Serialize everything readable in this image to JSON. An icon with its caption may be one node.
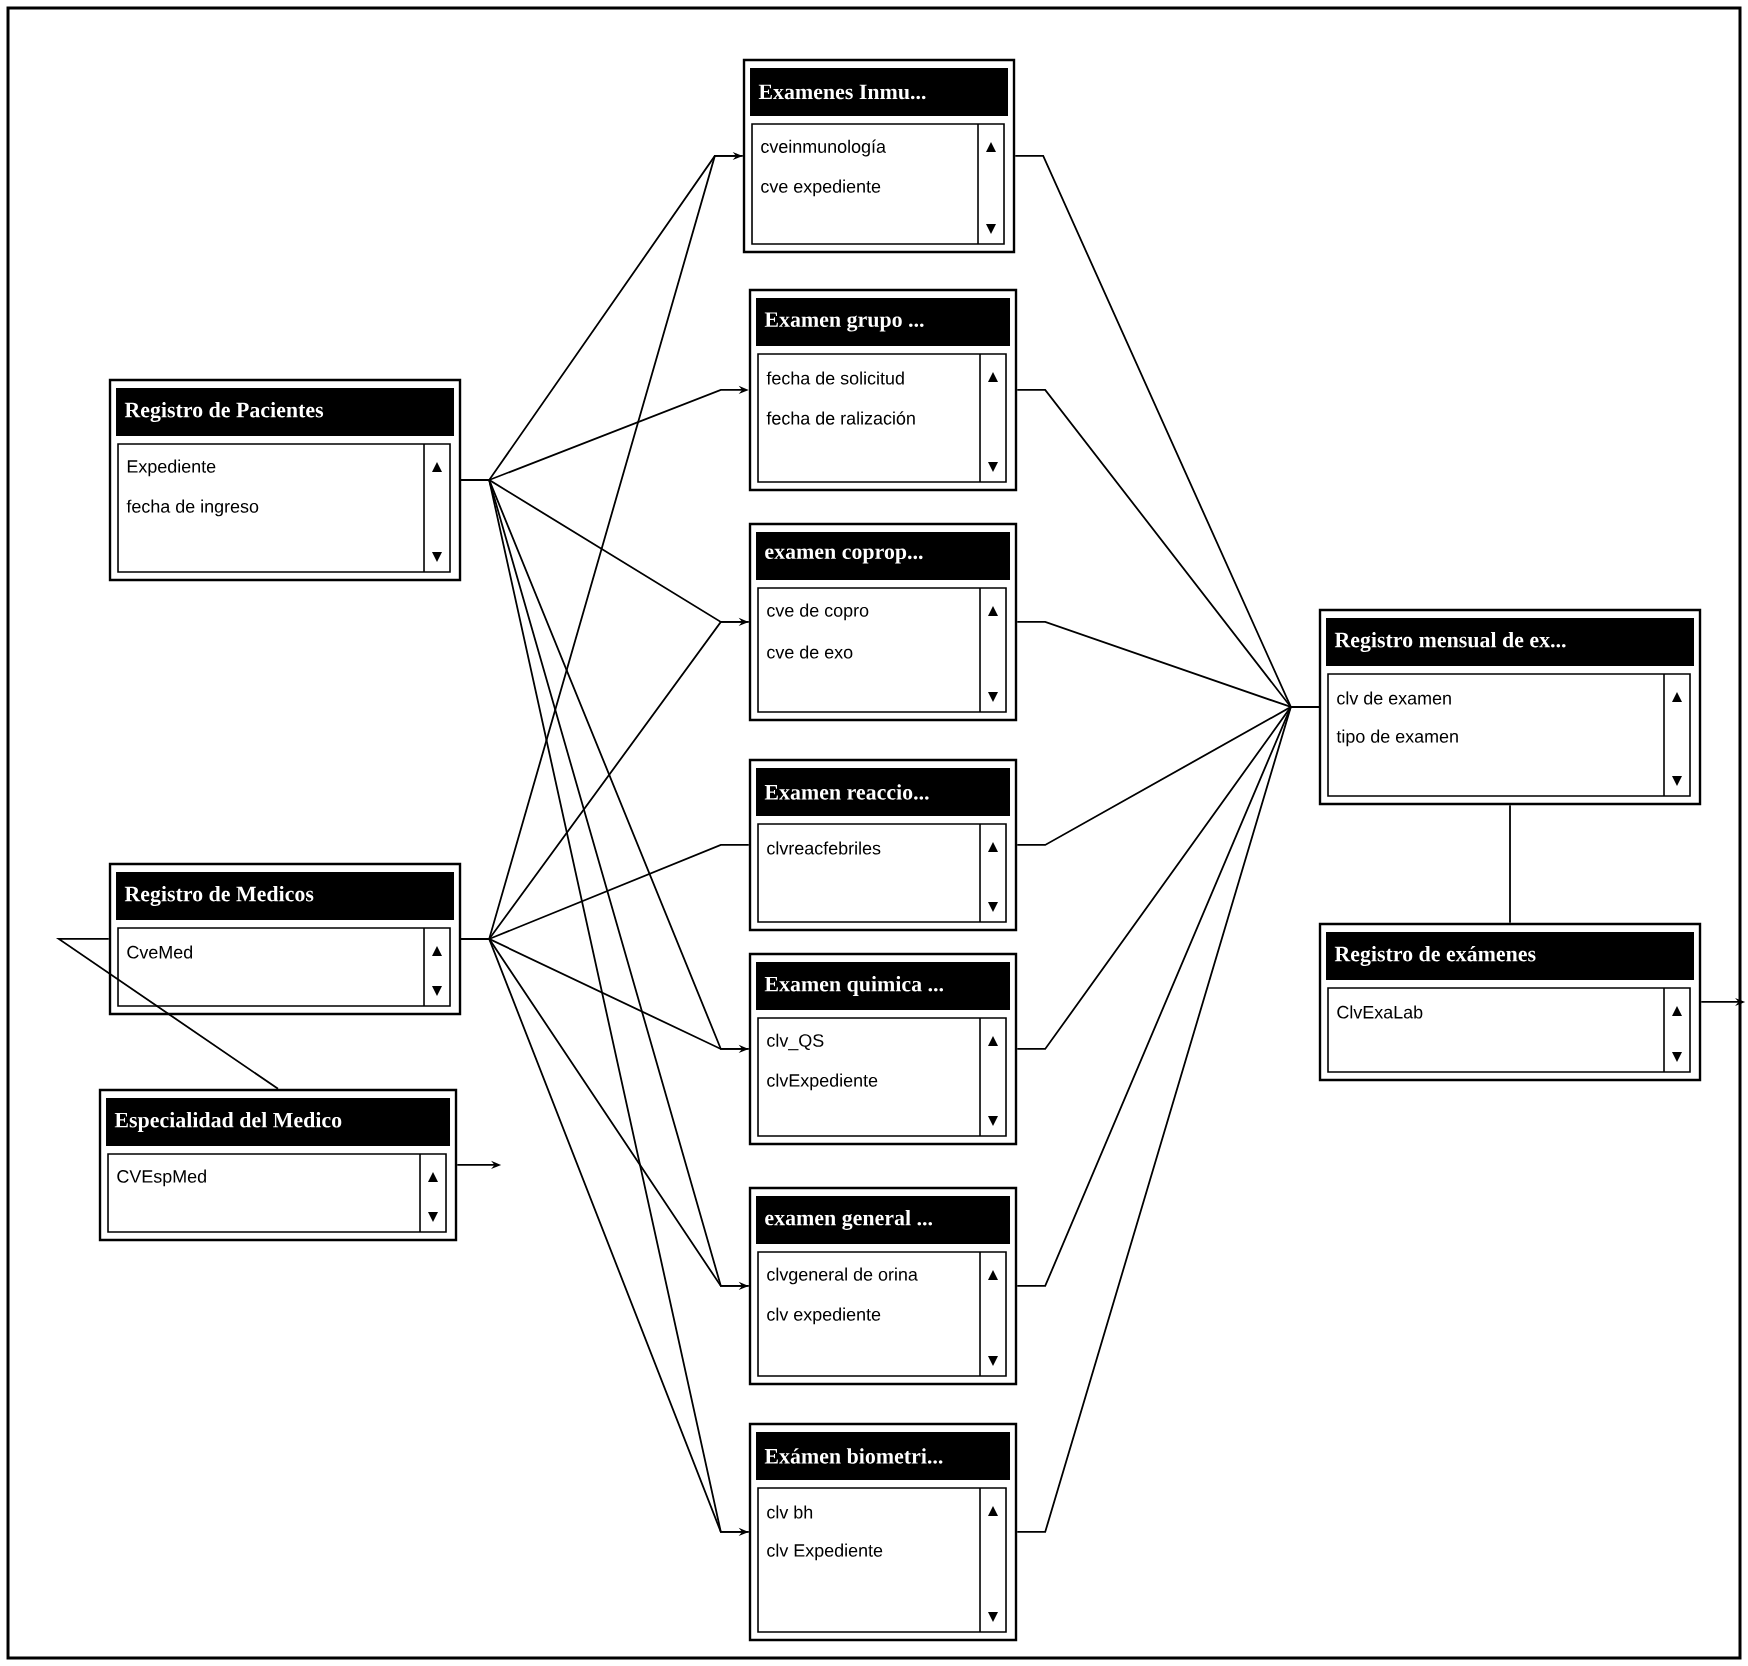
{
  "diagram": {
    "nodes": [
      {
        "text": [
          "Registro de Pacientes",
          "Expediente",
          "fecha de ingreso"
        ]
      },
      {
        "text": [
          "Registro de Medicos",
          "CveMed"
        ]
      },
      {
        "text": [
          "Especialidad del Medico",
          "CVEspMed"
        ]
      },
      {
        "text": [
          "Examenes Inmu...",
          "cveinmunología",
          "cve expediente"
        ]
      },
      {
        "text": [
          "Examen grupo ...",
          "fecha de solicitud",
          "fecha de ralización"
        ]
      },
      {
        "text": [
          "examen coprop...",
          "cve de copro",
          "cve de exo"
        ]
      },
      {
        "text": [
          "Examen reaccio...",
          "clvreacfebriles"
        ]
      },
      {
        "text": [
          "Examen quimica ...",
          "clv_QS",
          "clvExpediente"
        ]
      },
      {
        "text": [
          "examen general ...",
          "clvgeneral de orina",
          "clv expediente"
        ]
      },
      {
        "text": [
          "Exámen biometri...",
          "clv bh",
          "clv Expediente"
        ]
      },
      {
        "text": [
          "Registro mensual de ex...",
          "clv de examen",
          "tipo de examen"
        ]
      },
      {
        "text": [
          "Registro de exámenes",
          "ClvExaLab"
        ]
      }
    ],
    "edges": [
      {
        "from": 0,
        "to": 3,
        "arrow": "to"
      },
      {
        "from": 0,
        "to": 4,
        "arrow": "to"
      },
      {
        "from": 0,
        "to": 5,
        "arrow": "to"
      },
      {
        "from": 0,
        "to": 7,
        "arrow": "to"
      },
      {
        "from": 0,
        "to": 8,
        "arrow": "to"
      },
      {
        "from": 0,
        "to": 9,
        "arrow": "to"
      },
      {
        "from": 1,
        "to": 3,
        "arrow": "none"
      },
      {
        "from": 1,
        "to": 5,
        "arrow": "none"
      },
      {
        "from": 1,
        "to": 6,
        "arrow": "none"
      },
      {
        "from": 1,
        "to": 7,
        "arrow": "none"
      },
      {
        "from": 1,
        "to": 8,
        "arrow": "none"
      },
      {
        "from": 1,
        "to": 9,
        "arrow": "none"
      },
      {
        "from": 1,
        "to": 2,
        "arrow": "none"
      },
      {
        "from": 3,
        "to": 10,
        "arrow": "none"
      },
      {
        "from": 4,
        "to": 10,
        "arrow": "none"
      },
      {
        "from": 5,
        "to": 10,
        "arrow": "none"
      },
      {
        "from": 6,
        "to": 10,
        "arrow": "none"
      },
      {
        "from": 7,
        "to": 10,
        "arrow": "none"
      },
      {
        "from": 8,
        "to": 10,
        "arrow": "none"
      },
      {
        "from": 9,
        "to": 10,
        "arrow": "none"
      },
      {
        "from": 10,
        "to": 11,
        "arrow": "none"
      },
      {
        "from": 2,
        "to": null,
        "arrow": "to"
      },
      {
        "from": 11,
        "to": null,
        "arrow": "to"
      }
    ]
  }
}
